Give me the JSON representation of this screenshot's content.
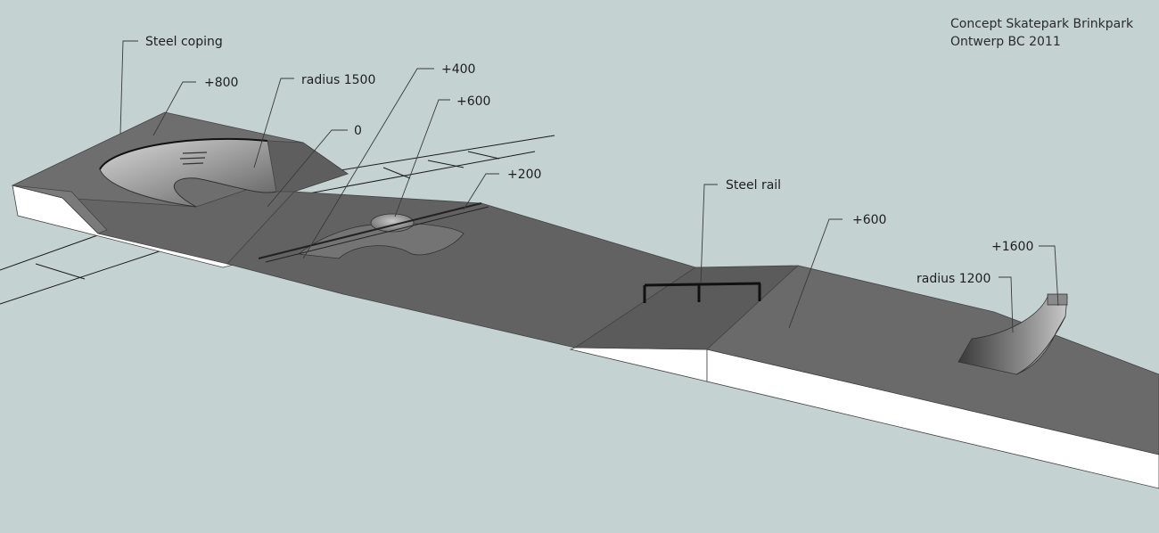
{
  "title": {
    "line1": "Concept Skatepark Brinkpark",
    "line2": "Ontwerp BC 2011"
  },
  "colors": {
    "background": "#c4d2d2",
    "surface": "#6a6a6a",
    "edge_face": "#ffffff",
    "line": "#555555",
    "rail": "#111111"
  },
  "labels": {
    "steel_coping": "Steel coping",
    "elev_plus800": "+800",
    "radius_1500": "radius 1500",
    "elev_zero": "0",
    "elev_plus400": "+400",
    "elev_plus600_hump": "+600",
    "elev_plus200": "+200",
    "steel_rail": "Steel rail",
    "elev_plus600_deck": "+600",
    "elev_plus1600": "+1600",
    "radius_1200": "radius 1200"
  }
}
